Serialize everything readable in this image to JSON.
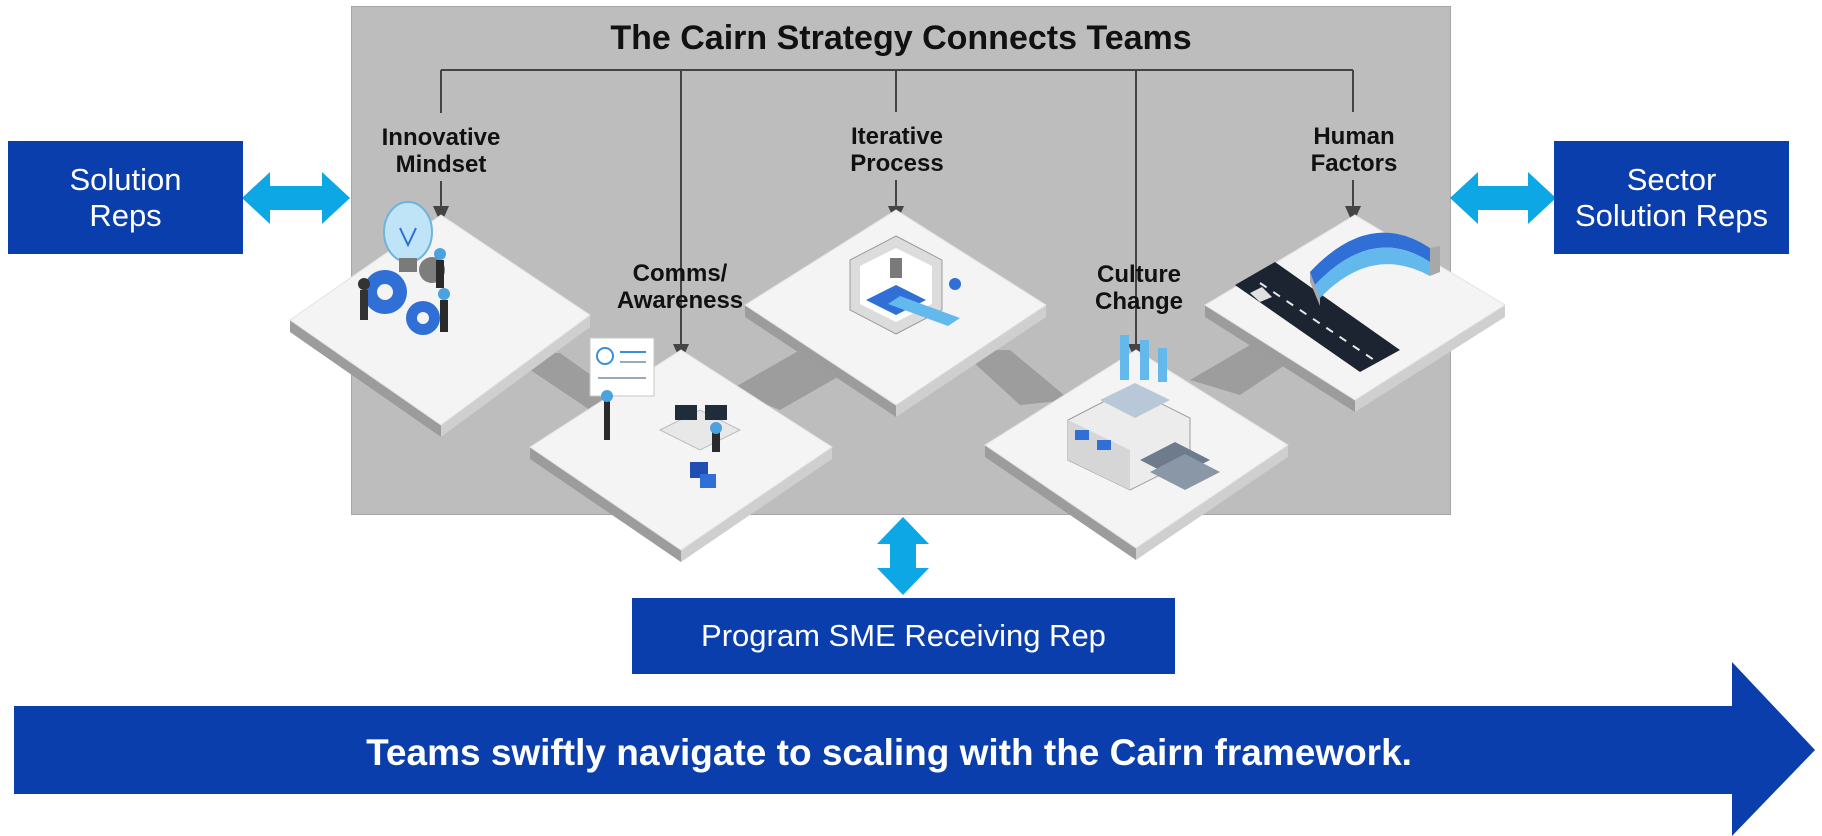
{
  "diagram": {
    "title": "The Cairn Strategy Connects Teams",
    "pillars": [
      {
        "label": "Innovative\nMindset",
        "icon": "lightbulb-gears-team-icon"
      },
      {
        "label": "Comms/\nAwareness",
        "icon": "control-room-monitors-icon"
      },
      {
        "label": "Iterative\nProcess",
        "icon": "3d-printer-icon"
      },
      {
        "label": "Culture\nChange",
        "icon": "factory-building-icon"
      },
      {
        "label": "Human\nFactors",
        "icon": "aircraft-hangar-runway-icon"
      }
    ],
    "left_box": "Solution\nReps",
    "right_box": "Sector\nSolution Reps",
    "bottom_box": "Program SME Receiving Rep",
    "banner": "Teams swiftly navigate to scaling with the Cairn framework."
  },
  "colors": {
    "brand_blue": "#0a3eac",
    "arrow_cyan": "#0ea7e6",
    "panel_gray": "#bdbdbd",
    "platform_white": "#f4f4f4",
    "accent_blue": "#2f6fd6"
  }
}
